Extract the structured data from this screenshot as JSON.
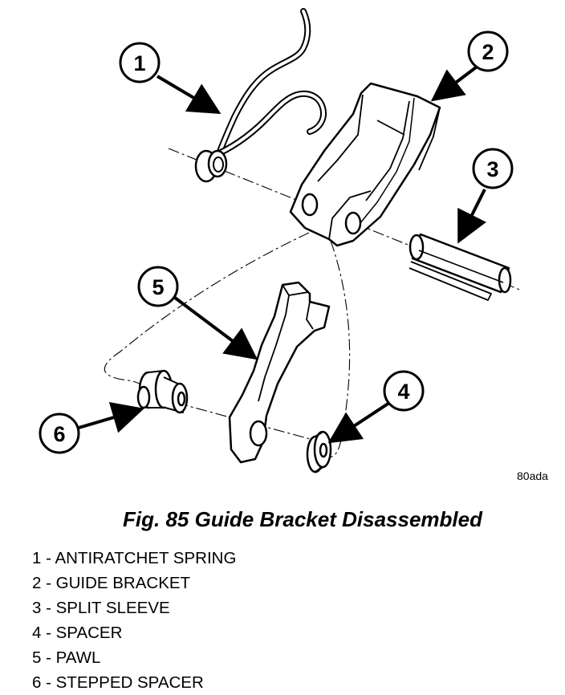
{
  "figure": {
    "image_code": "80ada",
    "caption": "Fig. 85 Guide Bracket Disassembled",
    "callouts": [
      "1",
      "2",
      "3",
      "4",
      "5",
      "6"
    ]
  },
  "legend": [
    {
      "number": "1",
      "text": "1 - ANTIRATCHET SPRING"
    },
    {
      "number": "2",
      "text": "2 - GUIDE BRACKET"
    },
    {
      "number": "3",
      "text": "3 - SPLIT SLEEVE"
    },
    {
      "number": "4",
      "text": "4 - SPACER"
    },
    {
      "number": "5",
      "text": "5 - PAWL"
    },
    {
      "number": "6",
      "text": "6 - STEPPED SPACER"
    }
  ],
  "colors": {
    "ink": "#000000",
    "paper": "#ffffff"
  }
}
